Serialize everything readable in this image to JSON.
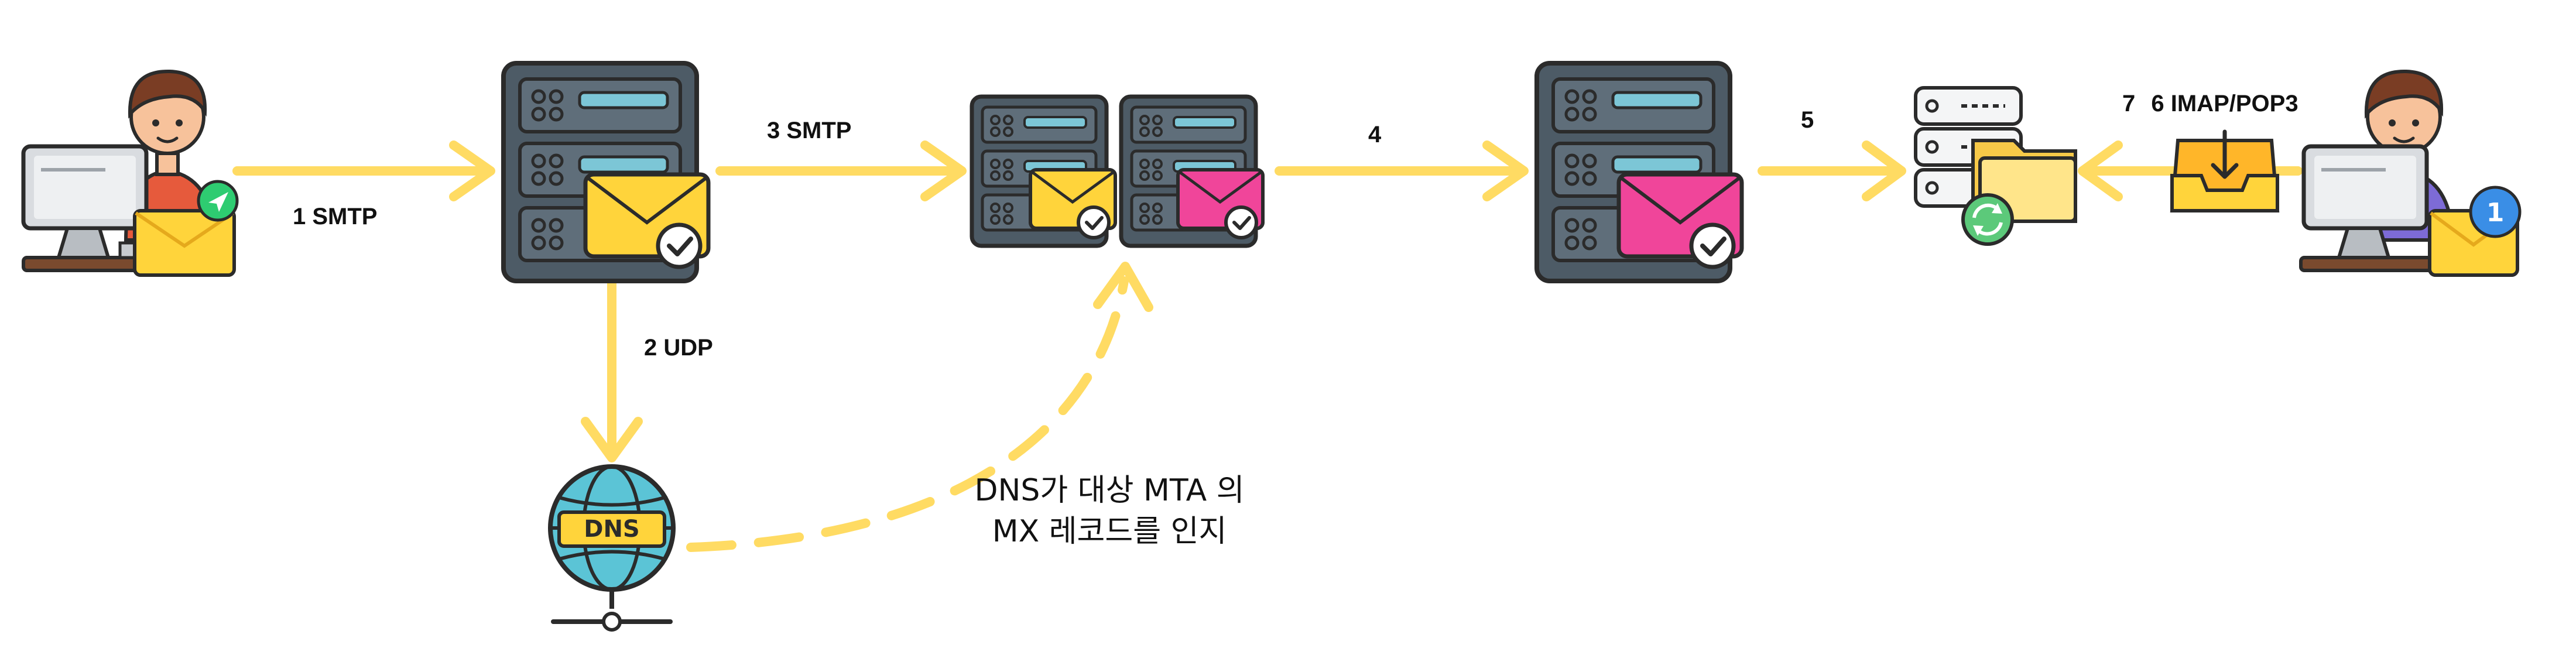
{
  "colors": {
    "arrow": "#FFDB63",
    "server": "#4D5B66",
    "server_slot": "#7CC6D6",
    "envelope_yellow": "#FFD43B",
    "envelope_pink": "#F0459A",
    "check": "#2B2B2B",
    "globe": "#5BC4D6"
  },
  "icons": {
    "sender": "person-at-computer-sending-mail-icon",
    "sender_mta": "server-with-yellow-mail-check-icon",
    "relay_servers": "two-servers-yellow-and-pink-mail-icon",
    "receiver_mta": "server-with-pink-mail-check-icon",
    "mailbox_storage": "server-folder-sync-icon",
    "inbox": "inbox-tray-icon",
    "receiver": "person-at-computer-receiving-mail-icon",
    "dns": "dns-globe-icon"
  },
  "labels": {
    "step1": "1 SMTP",
    "step2": "2 UDP",
    "step3": "3 SMTP",
    "step4": "4",
    "step5": "5",
    "step6": "6 IMAP/POP3",
    "step7": "7",
    "dns_icon_text": "DNS",
    "badge_count": "1"
  },
  "note": {
    "line1": "DNS가 대상 MTA 의",
    "line2": "MX 레코드를 인지"
  }
}
